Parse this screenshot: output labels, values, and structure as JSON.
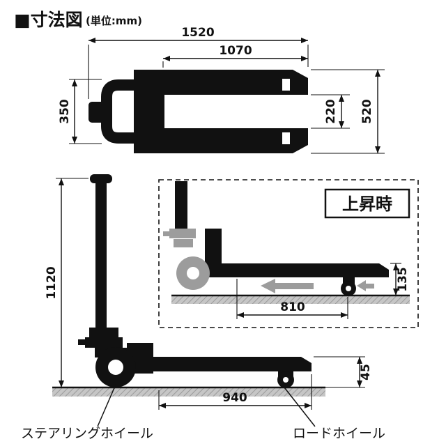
{
  "title": {
    "heading": "■寸法図",
    "unit": "(単位:mm)"
  },
  "top_view": {
    "overall_length": "1520",
    "fork_length": "1070",
    "handle_width": "350",
    "fork_inner_spacing": "220",
    "overall_width": "520"
  },
  "side_view": {
    "handle_height": "1120",
    "lowered_fork_height": "45",
    "fork_reach": "940"
  },
  "raised_inset": {
    "label": "上昇時",
    "raised_fork_height": "135",
    "raised_span": "810"
  },
  "callouts": {
    "steering_wheel": "ステアリングホイール",
    "load_wheel": "ロードホイール"
  },
  "colors": {
    "ink": "#111111",
    "gray_parts": "#9c9c9c",
    "ground": "#c6c6c6"
  }
}
